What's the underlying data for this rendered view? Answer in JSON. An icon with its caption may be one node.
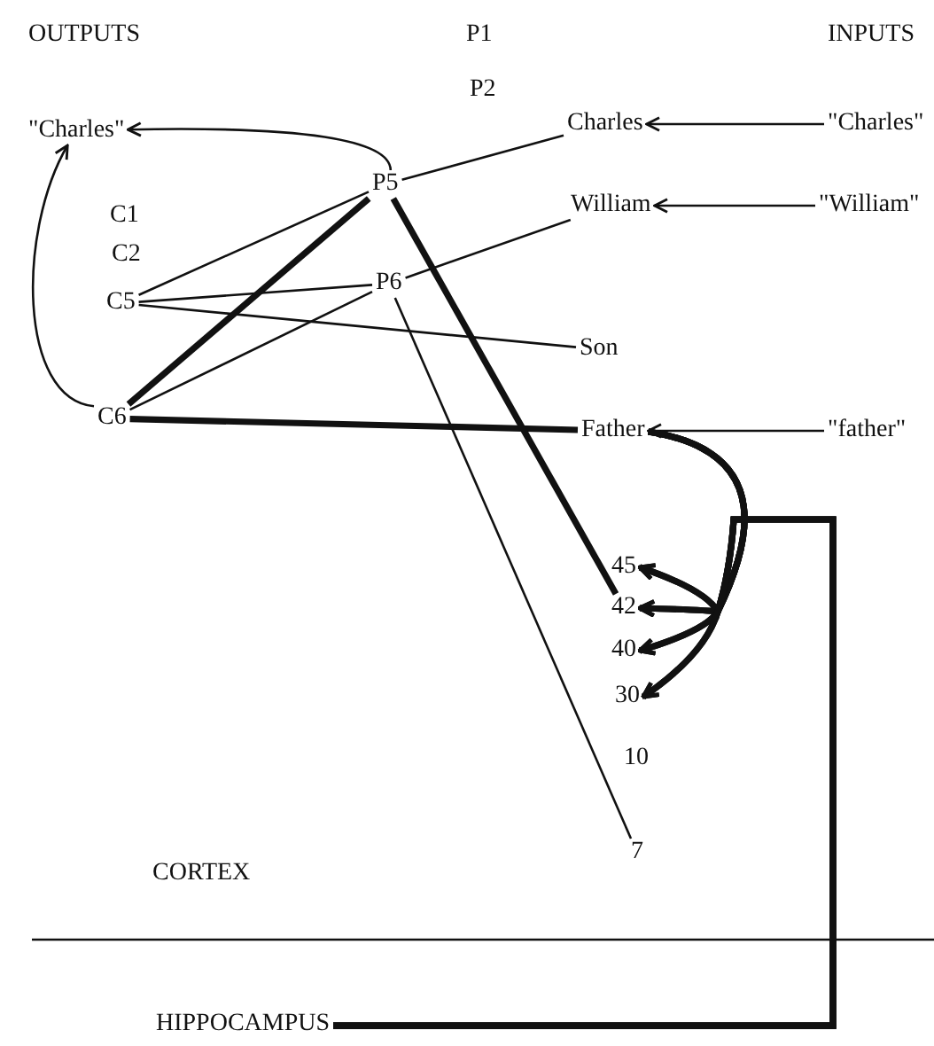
{
  "diagram": {
    "nodes": [
      {
        "text": [
          "\"Charles\""
        ]
      },
      {
        "text": [
          "P5"
        ]
      },
      {
        "text": [
          "Charles"
        ]
      },
      {
        "text": [
          "\"Charles\""
        ]
      },
      {
        "text": [
          "William"
        ]
      },
      {
        "text": [
          "\"William\""
        ]
      },
      {
        "text": [
          "C5"
        ]
      },
      {
        "text": [
          "P6"
        ]
      },
      {
        "text": [
          "Son"
        ]
      },
      {
        "text": [
          "C6"
        ]
      },
      {
        "text": [
          "Father"
        ]
      },
      {
        "text": [
          "\"father\""
        ]
      },
      {
        "text": [
          "45"
        ]
      },
      {
        "text": [
          "42"
        ]
      },
      {
        "text": [
          "40"
        ]
      },
      {
        "text": [
          "30"
        ]
      },
      {
        "text": [
          "7"
        ]
      },
      {
        "text": [
          "HIPPOCAMPUS"
        ]
      }
    ],
    "edges": [
      {
        "from": 1,
        "to": 0,
        "arrow": "to"
      },
      {
        "from": 9,
        "to": 0,
        "arrow": "to"
      },
      {
        "from": 1,
        "to": 2,
        "arrow": "none"
      },
      {
        "from": 3,
        "to": 2,
        "arrow": "to"
      },
      {
        "from": 5,
        "to": 4,
        "arrow": "to"
      },
      {
        "from": 7,
        "to": 4,
        "arrow": "none"
      },
      {
        "from": 6,
        "to": 1,
        "arrow": "none"
      },
      {
        "from": 6,
        "to": 7,
        "arrow": "none"
      },
      {
        "from": 6,
        "to": 8,
        "arrow": "none"
      },
      {
        "from": 9,
        "to": 1,
        "arrow": "none",
        "style": "thick"
      },
      {
        "from": 9,
        "to": 7,
        "arrow": "none"
      },
      {
        "from": 9,
        "to": 10,
        "arrow": "none",
        "style": "thick"
      },
      {
        "from": 1,
        "to": 13,
        "arrow": "none",
        "style": "thick"
      },
      {
        "from": 7,
        "to": 16,
        "arrow": "none"
      },
      {
        "from": 11,
        "to": 10,
        "arrow": "to"
      },
      {
        "from": 10,
        "to": 12,
        "arrow": "to",
        "style": "thick"
      },
      {
        "from": 10,
        "to": 13,
        "arrow": "to",
        "style": "thick"
      },
      {
        "from": 10,
        "to": 14,
        "arrow": "to",
        "style": "thick"
      },
      {
        "from": 10,
        "to": 15,
        "arrow": "to",
        "style": "thick"
      },
      {
        "from": 17,
        "to": 12,
        "arrow": "to",
        "style": "thick"
      },
      {
        "from": 17,
        "to": 13,
        "arrow": "to",
        "style": "thick"
      },
      {
        "from": 17,
        "to": 14,
        "arrow": "to",
        "style": "thick"
      },
      {
        "from": 17,
        "to": 15,
        "arrow": "to",
        "style": "thick"
      }
    ],
    "labels": [
      "OUTPUTS",
      "P1",
      "INPUTS",
      "P2",
      "C1",
      "C2",
      "10",
      "CORTEX"
    ]
  }
}
